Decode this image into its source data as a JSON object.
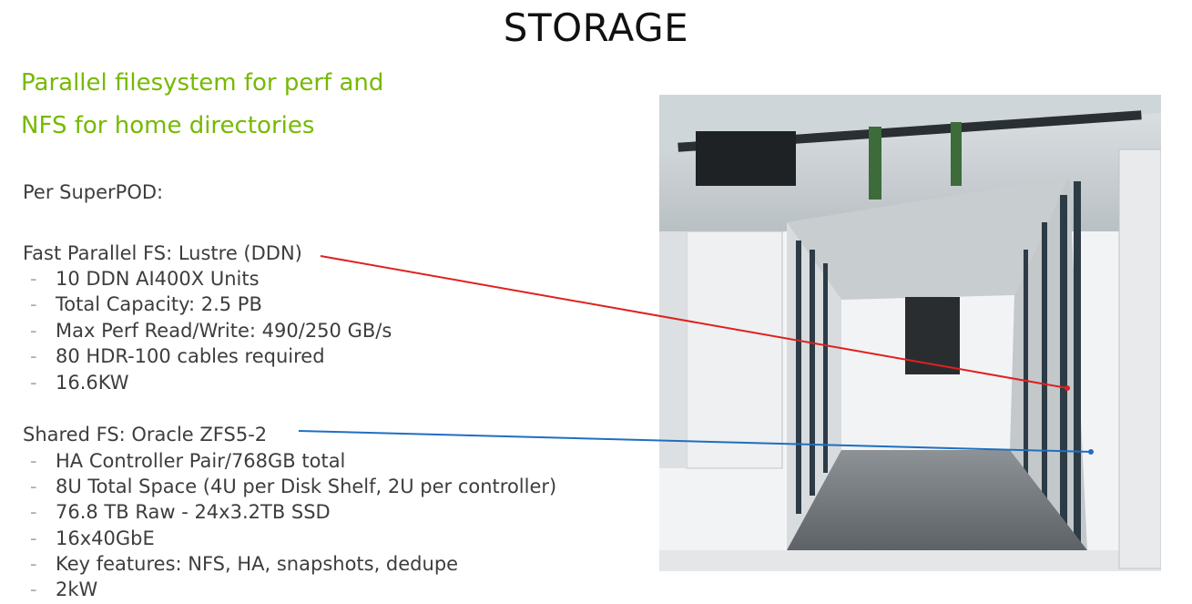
{
  "title": "STORAGE",
  "subtitle": [
    "Parallel filesystem for perf and",
    "NFS for home directories"
  ],
  "intro": "Per SuperPOD:",
  "sections": [
    {
      "heading": "Fast Parallel FS: Lustre (DDN)",
      "items": [
        "10 DDN AI400X Units",
        "Total Capacity: 2.5 PB",
        "Max Perf Read/Write: 490/250 GB/s",
        "80 HDR-100 cables required",
        "16.6KW"
      ],
      "callout_color": "#e02020"
    },
    {
      "heading": "Shared FS: Oracle ZFS5-2",
      "items": [
        "HA Controller Pair/768GB total",
        "8U Total Space (4U per Disk Shelf, 2U per controller)",
        "76.8 TB Raw - 24x3.2TB SSD",
        "16x40GbE",
        "Key features: NFS, HA, snapshots, dedupe",
        "2kW"
      ],
      "callout_color": "#1f6fc0"
    }
  ],
  "bullet_marker": "-"
}
